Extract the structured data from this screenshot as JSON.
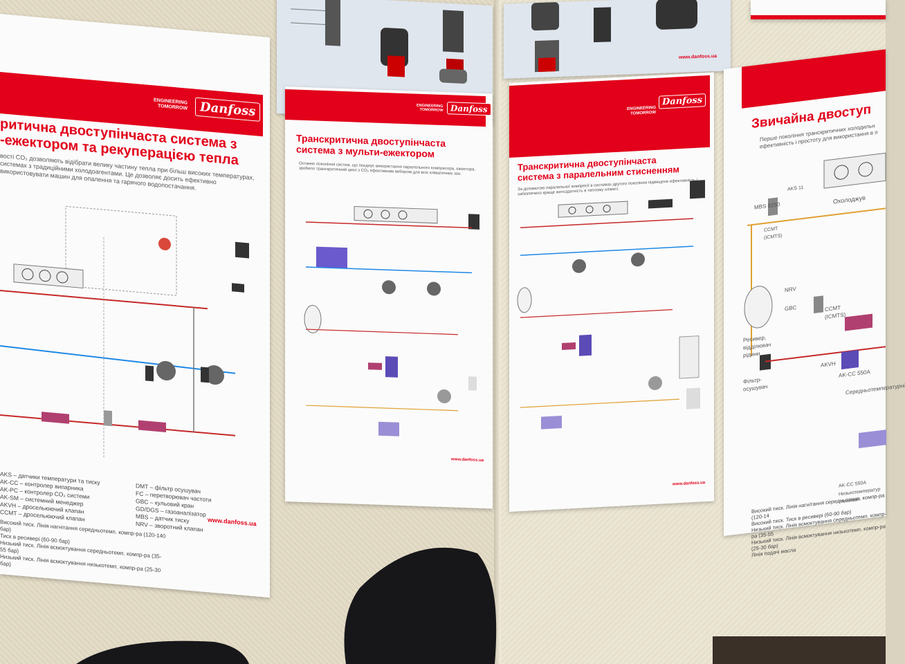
{
  "brand": {
    "logo": "Danfoss",
    "tagline": "ENGINEERING\nTOMORROW",
    "url": "www.danfoss.ua"
  },
  "posters": [
    {
      "id": "left",
      "title_line1": "ритична двоступінчаста система з",
      "title_line2": "-ежектором та рекуперацією тепла",
      "intro": "вості CO₂ дозволяють відібрати велику частину тепла при більш високих температурах, системах з традиційними холодоагентами. Це дозволяє досить ефективно використовувати машин для опалення та гарячого водопостачання.",
      "legend": "AKS – датчики температури та тиску\nAK-CC – контролер випарника\nAK-PC – контролер CO₂ системи\nAK-SM – системний менеджер\nAKVH – дросельюючий клапан\nCCMT – дросельюючий клапан",
      "legend2": "DMT – фільтр осушувач\nFC – перетворювач частоти\nGBC – кульовий кран\nGD/DGS – газоаналізатор\nMBS – датчик тиску\nNRV – зворотний клапан",
      "lines": "Високий тиск. Лінія нагнітання середньотемп. компр-ра (120-140 бар)\nТиск в ресивері (60-90 бар)\nНизький тиск. Лінія всмоктування середньотемп. компр-ра (35-55 бар)\nНизький тиск. Лінія всмоктування низькотемп. компр-ра (25-30 бар)"
    },
    {
      "id": "middle",
      "title_line1": "Транскритична двоступінчаста",
      "title_line2": "система з мульти-ежектором",
      "intro": "Останнє покоління систем, що поєднує використання паралельного компресора, ежектора, зробило транскритичний цикл з CO₂ ефективним вибором для всіх кліматичних зон."
    },
    {
      "id": "right",
      "title_line1": "Транскритична двоступінчаста",
      "title_line2": "система з паралельним стисненням",
      "intro": "За допомогою паралельної компресії в системах другого покоління підвищено ефективність і забезпечено краще житєздатність в теплому кліматі."
    },
    {
      "id": "far-right",
      "title_line1": "Звичайна двоступ",
      "intro": "Перше покоління транскритичних холодильн ефективність і простоту для використання в п",
      "labels": [
        "AKS 11",
        "MBS 8250",
        "CCMT (ICMTS)",
        "Охолоджув",
        "NRV",
        "GBC",
        "Ресивер, відділювач рідини",
        "CCMT (ICMTS)",
        "Фільтр-осушувач",
        "AKVH",
        "AK-CC 550A",
        "Середньотемпературні",
        "AK-CC 550A",
        "Низькотемператур споживач"
      ],
      "lines": "Високий тиск. Лінія нагнітання середньотемп. компр-ра (120-14\nВисокий тиск. Тиск в ресивері (60-90 бар)\nНизький тиск. Лінія всмоктування середньотемп. компр-ра (35-55\nНизький тиск. Лінія всмоктування низькотемп. компр-ра (25-30 бар)\nЛінія подачі масла"
    }
  ],
  "colors": {
    "brand_red": "#e2001a"
  }
}
